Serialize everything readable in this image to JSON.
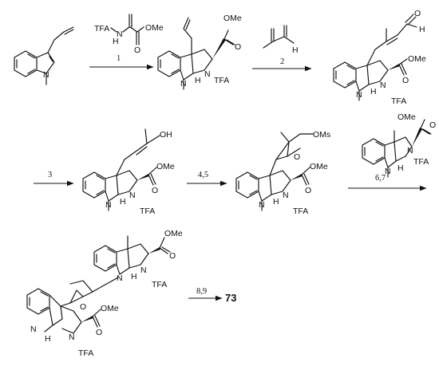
{
  "reagents": {
    "step1": "1",
    "step2": "2",
    "step3": "3",
    "step45": "4,5",
    "step67": "6,7",
    "step89": "8,9"
  },
  "product": "73",
  "atom_labels": {
    "tfa": "TFA",
    "ome": "OMe",
    "n": "N",
    "h": "H",
    "o": "O",
    "oh": "OH",
    "oms": "OMs",
    "nh": "N",
    "h_ald": "H"
  },
  "colors": {
    "ink": "#111111",
    "background": "#ffffff"
  }
}
